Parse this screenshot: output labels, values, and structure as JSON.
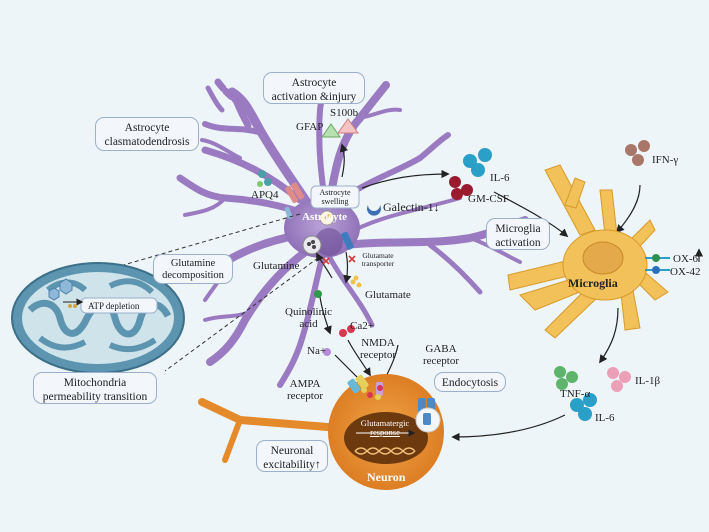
{
  "labels": {
    "activation_l1": "Astrocyte",
    "activation_l2": "activation &injury",
    "clasm_l1": "Astrocyte",
    "clasm_l2": "clasmatodendrosis",
    "gfap": "GFAP",
    "s100b": "S100b",
    "apq4": "APQ4",
    "swelling_l1": "Astrocyte",
    "swelling_l2": "swelling",
    "astrocyte": "Astrocyte",
    "galectin": "Galectin-1↓",
    "il6_top": "IL-6",
    "gmcsf": "GM-CSF",
    "ifng": "IFN-γ",
    "mg_act_l1": "Microglia",
    "mg_act_l2": "activation",
    "microglia": "Microglia",
    "ox6": "OX-6",
    "ox42": "OX-42",
    "gln_decomp_l1": "Glutamine",
    "gln_decomp_l2": "decomposition",
    "glutamine": "Glutamine",
    "glu_trans_l1": "Glutamate",
    "glu_trans_l2": "transporter",
    "glutamate": "Glutamate",
    "atp": "ATP depletion",
    "quin_l1": "Quinolinic",
    "quin_l2": "acid",
    "ca": "Ca2+",
    "nmda_l1": "NMDA",
    "nmda_l2": "receptor",
    "na": "Na+",
    "gaba_l1": "GABA",
    "gaba_l2": "receptor",
    "ampa_l1": "AMPA",
    "ampa_l2": "receptor",
    "endocytosis": "Endocytosis",
    "mito_l1": "Mitochondria",
    "mito_l2": "permeability transition",
    "tnfa": "TNF-α",
    "il1b": "IL-1β",
    "il6_bot": "IL-6",
    "glutamatergic_l1": "Glutamatergic",
    "glutamatergic_l2": "response",
    "neur_exc_l1": "Neuronal",
    "neur_exc_l2": "excitability↑",
    "neuron": "Neuron"
  },
  "colors": {
    "astrocyte": "#9a7bc1",
    "microglia": "#f2c15a",
    "neuron": "#e58a2a",
    "mitochondria": "#5d95b0",
    "box_border": "#9ab0cc"
  }
}
